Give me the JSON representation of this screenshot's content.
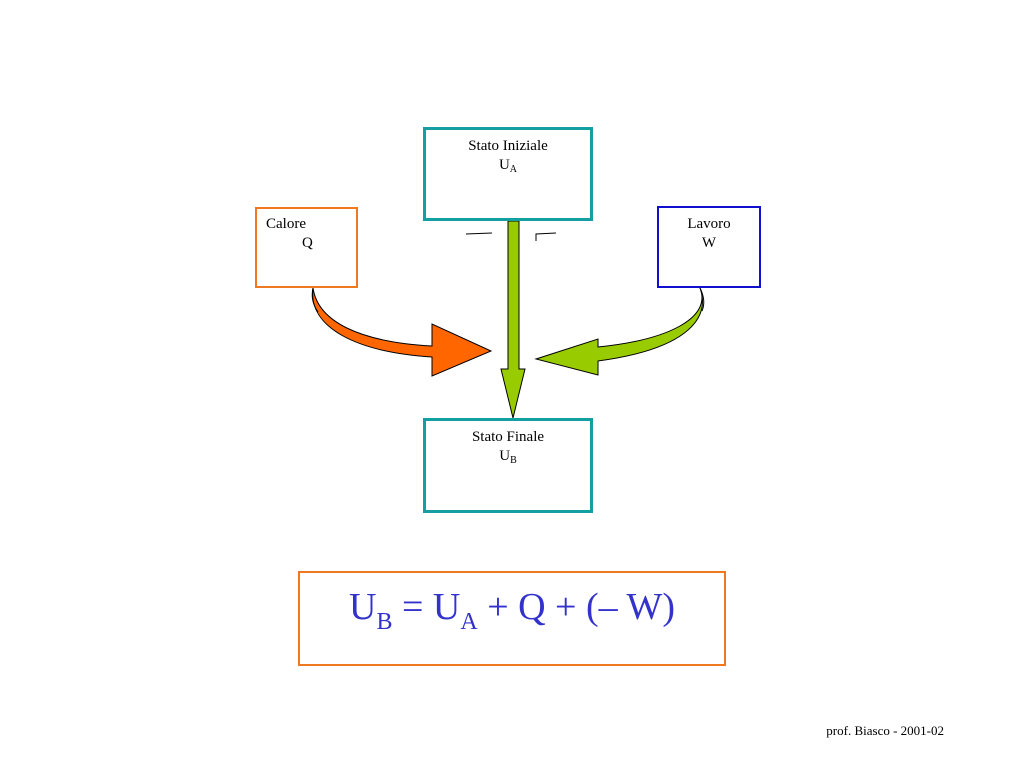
{
  "diagram": {
    "initial_state": {
      "label": "Stato Iniziale",
      "symbol": "U",
      "subscript": "A"
    },
    "final_state": {
      "label": "Stato Finale",
      "symbol": "U",
      "subscript": "B"
    },
    "heat": {
      "label": "Calore",
      "symbol": "Q"
    },
    "work": {
      "label": "Lavoro",
      "symbol": "W"
    },
    "colors": {
      "state_border": "#14a0a0",
      "heat_border": "#f07820",
      "work_border": "#1010d0",
      "heat_arrow": "#ff6600",
      "work_arrow": "#99cc00",
      "equation_text": "#3333cc"
    }
  },
  "equation": {
    "u1": "U",
    "u1_sub": "B",
    "part2": " = U",
    "u2_sub": "A",
    "part3": " + Q + (– W)"
  },
  "footer": {
    "credit": "prof. Biasco - 2001-02"
  }
}
